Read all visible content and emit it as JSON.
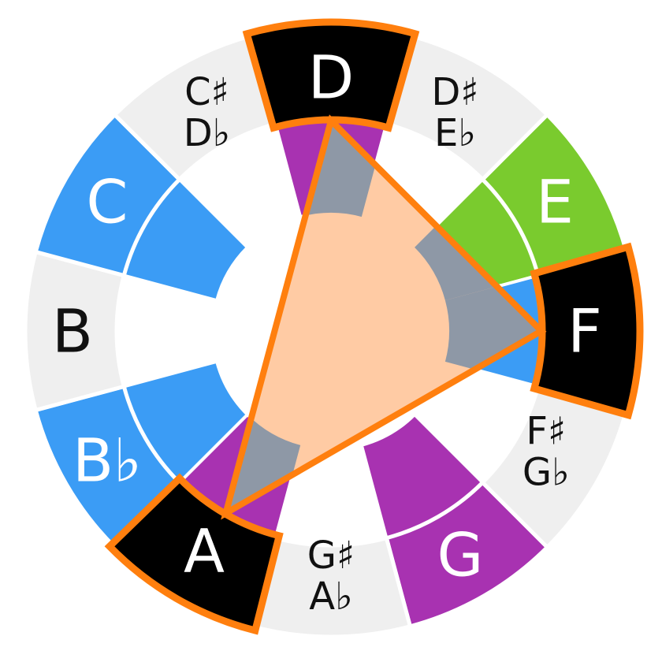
{
  "colors": {
    "natural_gray": "#efefef",
    "blue": "#3b9cf5",
    "green": "#7acb2e",
    "purple": "#a832b1",
    "orange_fill": "#e06a35",
    "highlight_stroke": "#ff7f0e",
    "triangle_fill": "#ffcba4",
    "triangle_overlap_fill": "#8e98a6",
    "white_text": "#ffffff",
    "dark_text": "#111111"
  },
  "wheel": {
    "segments": [
      {
        "id": "d",
        "lines": [
          "D"
        ],
        "fill": "orange",
        "highlighted": true,
        "text": "white"
      },
      {
        "id": "d-sharp-e-flat",
        "lines": [
          "D♯",
          "E♭"
        ],
        "fill": "natural_gray",
        "highlighted": false,
        "text": "dark"
      },
      {
        "id": "e",
        "lines": [
          "E"
        ],
        "fill": "green",
        "highlighted": false,
        "text": "white"
      },
      {
        "id": "f",
        "lines": [
          "F"
        ],
        "fill": "orange",
        "highlighted": true,
        "text": "white"
      },
      {
        "id": "f-sharp-g-flat",
        "lines": [
          "F♯",
          "G♭"
        ],
        "fill": "natural_gray",
        "highlighted": false,
        "text": "dark"
      },
      {
        "id": "g",
        "lines": [
          "G"
        ],
        "fill": "purple",
        "highlighted": false,
        "text": "white"
      },
      {
        "id": "g-sharp-a-flat",
        "lines": [
          "G♯",
          "A♭"
        ],
        "fill": "natural_gray",
        "highlighted": false,
        "text": "dark"
      },
      {
        "id": "a",
        "lines": [
          "A"
        ],
        "fill": "orange",
        "highlighted": true,
        "text": "white"
      },
      {
        "id": "b-flat",
        "lines": [
          "B♭"
        ],
        "fill": "blue",
        "highlighted": false,
        "text": "white"
      },
      {
        "id": "b",
        "lines": [
          "B"
        ],
        "fill": "natural_gray",
        "highlighted": false,
        "text": "dark"
      },
      {
        "id": "c",
        "lines": [
          "C"
        ],
        "fill": "blue",
        "highlighted": false,
        "text": "white"
      },
      {
        "id": "c-sharp-d-flat",
        "lines": [
          "C♯",
          "D♭"
        ],
        "fill": "natural_gray",
        "highlighted": false,
        "text": "dark"
      }
    ],
    "inner_ring": [
      {
        "segment": "d",
        "fill": "purple"
      },
      {
        "segment": "e",
        "fill": "green"
      },
      {
        "segment": "f",
        "fill": "blue"
      },
      {
        "segment": "g",
        "fill": "purple"
      },
      {
        "segment": "a",
        "fill": "purple"
      },
      {
        "segment": "b-flat",
        "fill": "blue"
      },
      {
        "segment": "c",
        "fill": "blue"
      }
    ],
    "chord_triangle": {
      "vertices": [
        "d",
        "f",
        "a"
      ]
    }
  }
}
